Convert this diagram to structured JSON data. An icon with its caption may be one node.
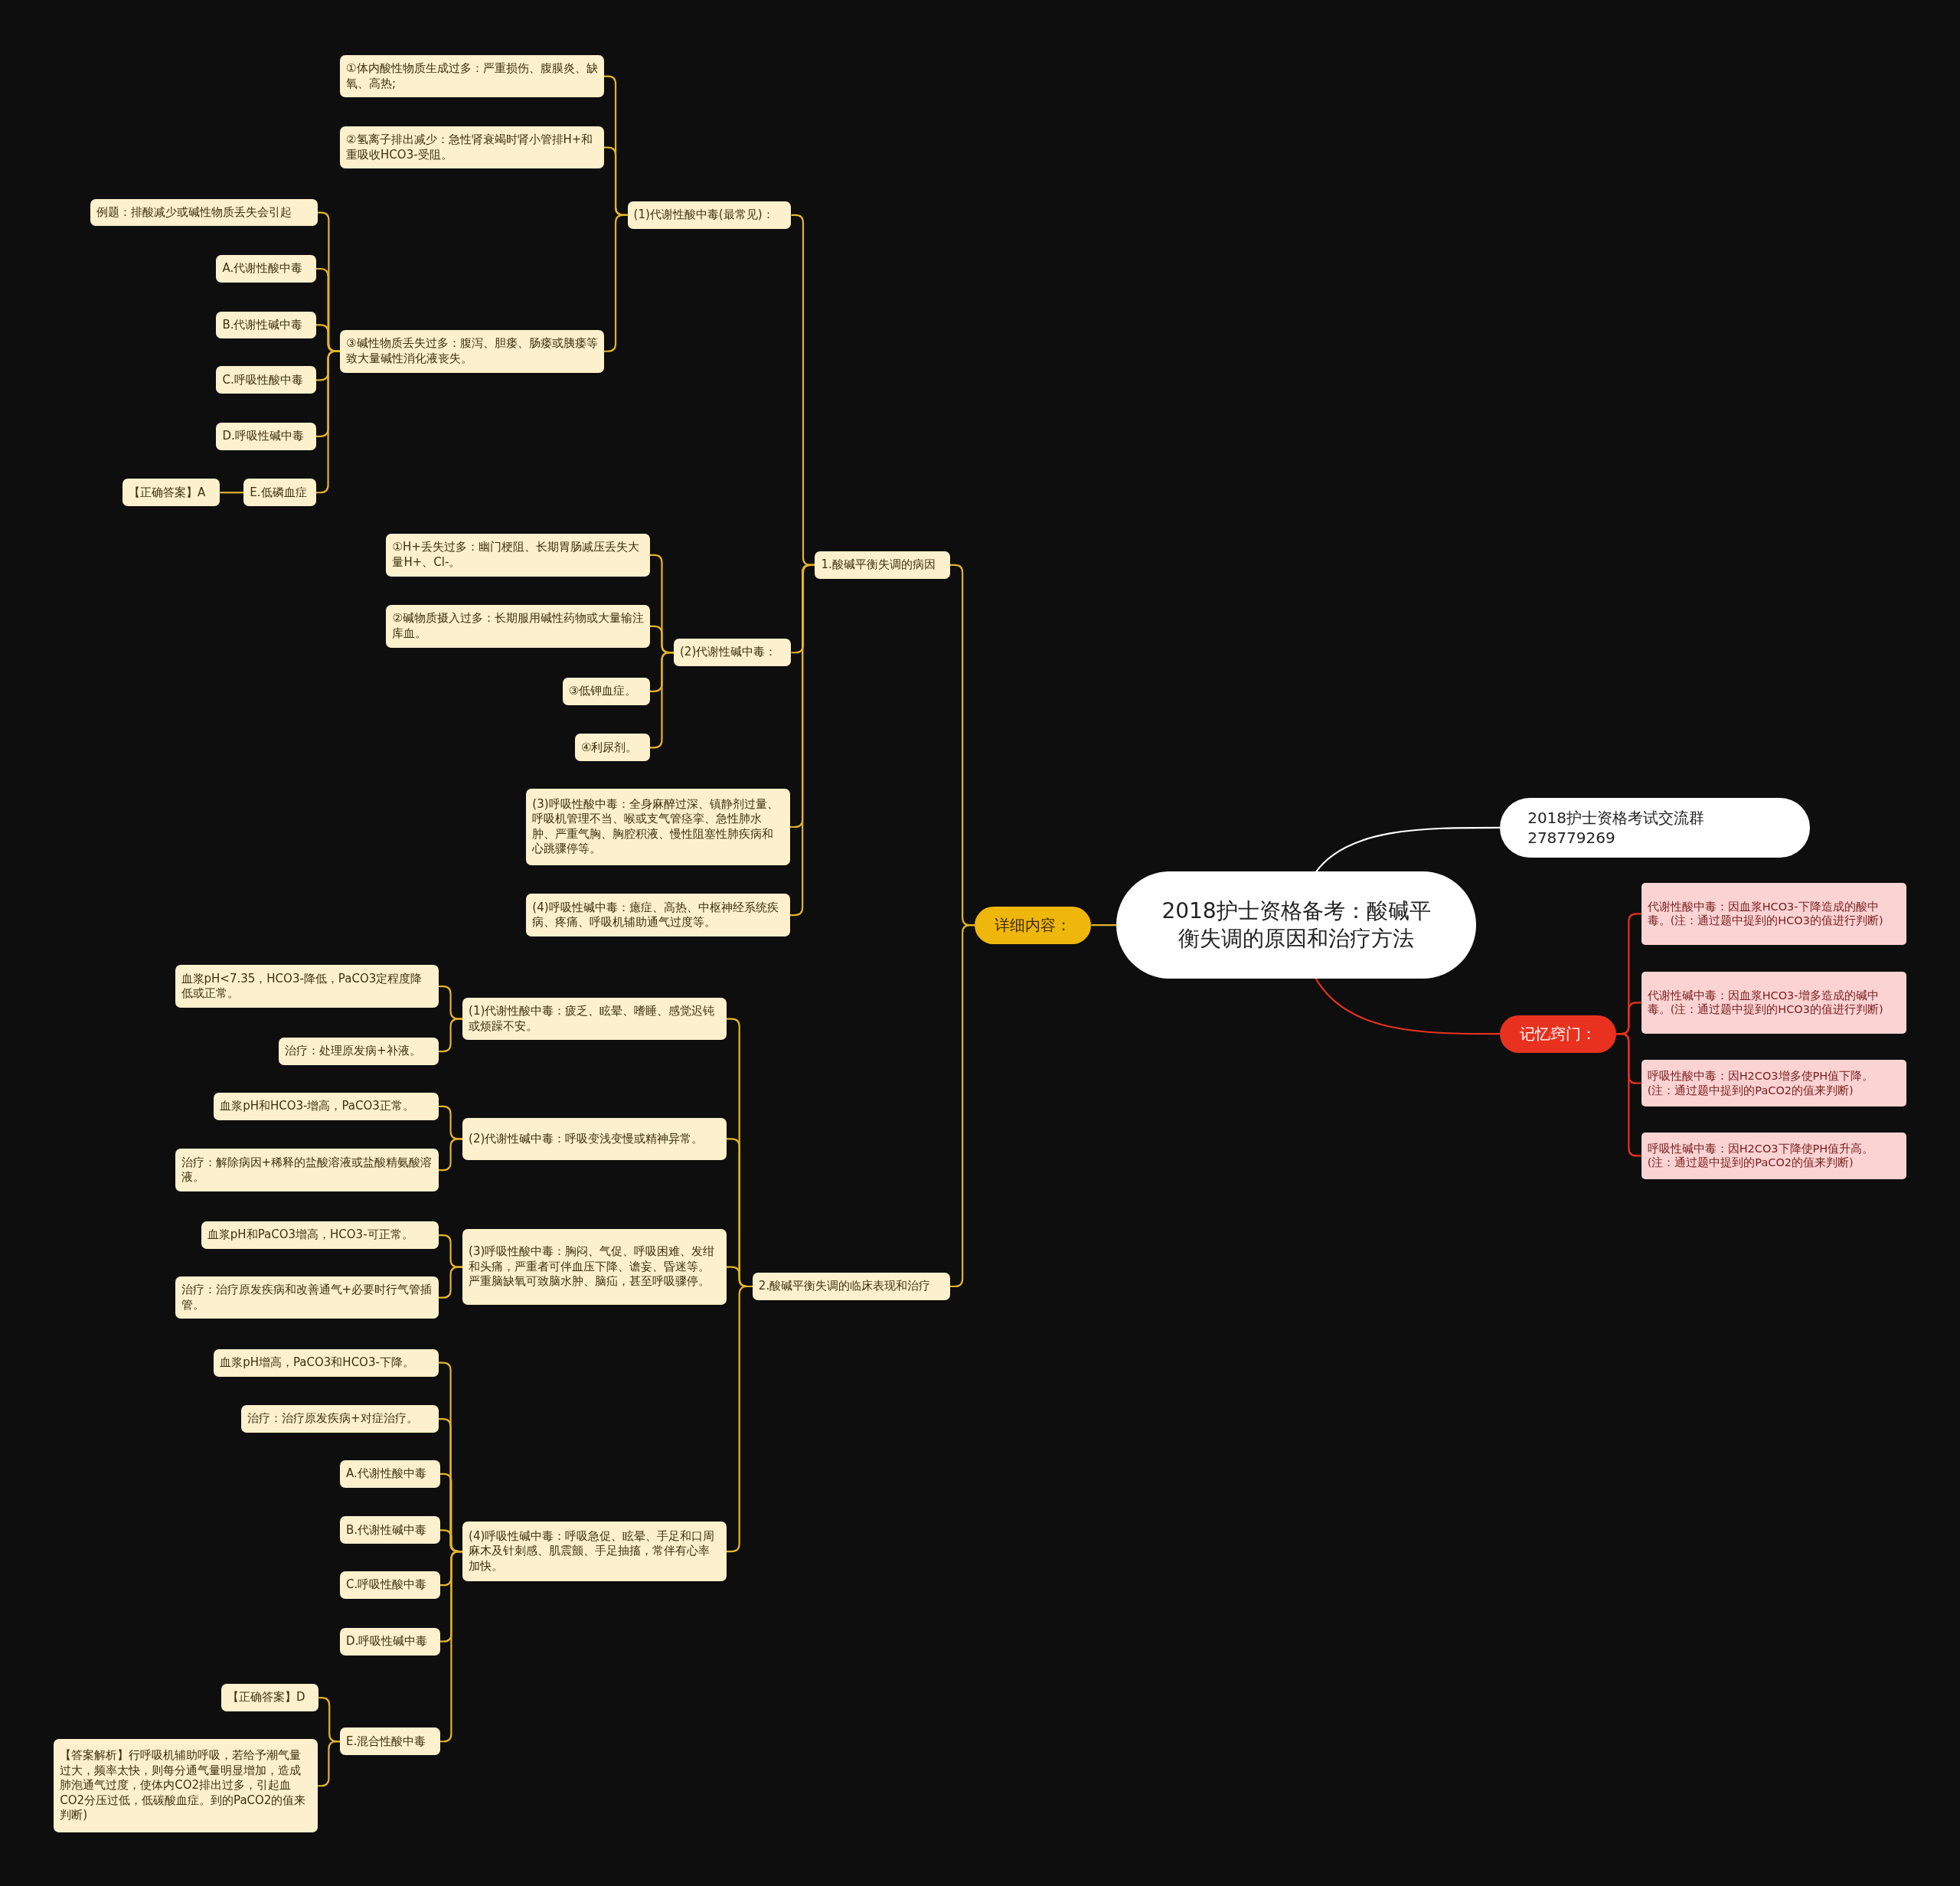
{
  "diagram": {
    "nodes": [
      {
        "text": [
          "2018护士资格备考：酸碱平衡失调的原因和治疗方法"
        ]
      },
      {
        "text": [
          "2018护士资格考试交流群278779269"
        ]
      },
      {
        "text": [
          "详细内容："
        ]
      },
      {
        "text": [
          "记忆窍门："
        ]
      },
      {
        "text": [
          "代谢性酸中毒：因血浆HCO3-下降造成的酸中毒。(注：通过题中提到的HCO3的值进行判断)"
        ]
      },
      {
        "text": [
          "代谢性碱中毒：因血浆HCO3-增多造成的碱中毒。(注：通过题中提到的HCO3的值进行判断)"
        ]
      },
      {
        "text": [
          "呼吸性酸中毒：因H2CO3增多使PH值下降。(注：通过题中提到的PaCO2的值来判断)"
        ]
      },
      {
        "text": [
          "呼吸性碱中毒：因H2CO3下降使PH值升高。(注：通过题中提到的PaCO2的值来判断)"
        ]
      },
      {
        "text": [
          "1.酸碱平衡失调的病因"
        ]
      },
      {
        "text": [
          "(1)代谢性酸中毒(最常见)："
        ]
      },
      {
        "text": [
          "①体内酸性物质生成过多：严重损伤、腹膜炎、缺氧、高热;"
        ]
      },
      {
        "text": [
          "②氢离子排出减少：急性肾衰竭时肾小管排H+和重吸收HCO3-受阻。"
        ]
      },
      {
        "text": [
          "③碱性物质丢失过多：腹泻、胆瘘、肠瘘或胰瘘等致大量碱性消化液丧失。"
        ]
      },
      {
        "text": [
          "例题：排酸减少或碱性物质丢失会引起"
        ]
      },
      {
        "text": [
          "A.代谢性酸中毒"
        ]
      },
      {
        "text": [
          "B.代谢性碱中毒"
        ]
      },
      {
        "text": [
          "C.呼吸性酸中毒"
        ]
      },
      {
        "text": [
          "D.呼吸性碱中毒"
        ]
      },
      {
        "text": [
          "E.低磷血症"
        ]
      },
      {
        "text": [
          "【正确答案】A"
        ]
      },
      {
        "text": [
          "(2)代谢性碱中毒："
        ]
      },
      {
        "text": [
          "①H+丢失过多：幽门梗阻、长期胃肠减压丢失大量H+、Cl-。"
        ]
      },
      {
        "text": [
          "②碱物质摄入过多：长期服用碱性药物或大量输注库血。"
        ]
      },
      {
        "text": [
          "③低钾血症。"
        ]
      },
      {
        "text": [
          "④利尿剂。"
        ]
      },
      {
        "text": [
          "(3)呼吸性酸中毒：全身麻醉过深、镇静剂过量、呼吸机管理不当、喉或支气管痉挛、急性肺水肿、严重气胸、胸腔积液、慢性阻塞性肺疾病和心跳骤停等。"
        ]
      },
      {
        "text": [
          "(4)呼吸性碱中毒：癔症、高热、中枢神经系统疾病、疼痛、呼吸机辅助通气过度等。"
        ]
      },
      {
        "text": [
          "2.酸碱平衡失调的临床表现和治疗"
        ]
      },
      {
        "text": [
          "(1)代谢性酸中毒：疲乏、眩晕、嗜睡、感觉迟钝或烦躁不安。"
        ]
      },
      {
        "text": [
          "血浆pH<7.35，HCO3-降低，PaCO3定程度降低或正常。"
        ]
      },
      {
        "text": [
          "治疗：处理原发病+补液。"
        ]
      },
      {
        "text": [
          "(2)代谢性碱中毒：呼吸变浅变慢或精神异常。"
        ]
      },
      {
        "text": [
          "血浆pH和HCO3-增高，PaCO3正常。"
        ]
      },
      {
        "text": [
          "治疗：解除病因+稀释的盐酸溶液或盐酸精氨酸溶液。"
        ]
      },
      {
        "text": [
          "(3)呼吸性酸中毒：胸闷、气促、呼吸困难、发绀和头痛，严重者可伴血压下降、谵妄、昏迷等。严重脑缺氧可致脑水肿、脑疝，甚至呼吸骤停。"
        ]
      },
      {
        "text": [
          "血浆pH和PaCO3增高，HCO3-可正常。"
        ]
      },
      {
        "text": [
          "治疗：治疗原发疾病和改善通气+必要时行气管插管。"
        ]
      },
      {
        "text": [
          "(4)呼吸性碱中毒：呼吸急促、眩晕、手足和口周麻木及针刺感、肌震颤、手足抽搐，常伴有心率加快。"
        ]
      },
      {
        "text": [
          "血浆pH增高，PaCO3和HCO3-下降。"
        ]
      },
      {
        "text": [
          "治疗：治疗原发疾病+对症治疗。"
        ]
      },
      {
        "text": [
          "A.代谢性酸中毒"
        ]
      },
      {
        "text": [
          "B.代谢性碱中毒"
        ]
      },
      {
        "text": [
          "C.呼吸性酸中毒"
        ]
      },
      {
        "text": [
          "D.呼吸性碱中毒"
        ]
      },
      {
        "text": [
          "E.混合性酸中毒"
        ]
      },
      {
        "text": [
          "【正确答案】D"
        ]
      },
      {
        "text": [
          "【答案解析】行呼吸机辅助呼吸，若给予潮气量过大，频率太快，则每分通气量明显增加，造成肺泡通气过度，使体内CO2排出过多，引起血CO2分压过低，低碳酸血症。到的PaCO2的值来判断)"
        ]
      }
    ],
    "edges": [
      {
        "from": 0,
        "to": 1,
        "arrow": "none",
        "color": "#ffffff"
      },
      {
        "from": 0,
        "to": 2,
        "arrow": "none"
      },
      {
        "from": 0,
        "to": 3,
        "arrow": "none",
        "color": "#e8321f"
      },
      {
        "from": 3,
        "to": 4,
        "arrow": "none",
        "color": "#e8321f"
      },
      {
        "from": 3,
        "to": 5,
        "arrow": "none",
        "color": "#e8321f"
      },
      {
        "from": 3,
        "to": 6,
        "arrow": "none",
        "color": "#e8321f"
      },
      {
        "from": 3,
        "to": 7,
        "arrow": "none",
        "color": "#e8321f"
      },
      {
        "from": 2,
        "to": 8,
        "arrow": "none"
      },
      {
        "from": 2,
        "to": 27,
        "arrow": "none"
      },
      {
        "from": 8,
        "to": 9,
        "arrow": "none"
      },
      {
        "from": 8,
        "to": 20,
        "arrow": "none"
      },
      {
        "from": 8,
        "to": 25,
        "arrow": "none"
      },
      {
        "from": 8,
        "to": 26,
        "arrow": "none"
      },
      {
        "from": 9,
        "to": 10,
        "arrow": "none"
      },
      {
        "from": 9,
        "to": 11,
        "arrow": "none"
      },
      {
        "from": 9,
        "to": 12,
        "arrow": "none"
      },
      {
        "from": 12,
        "to": 13,
        "arrow": "none"
      },
      {
        "from": 12,
        "to": 14,
        "arrow": "none"
      },
      {
        "from": 12,
        "to": 15,
        "arrow": "none"
      },
      {
        "from": 12,
        "to": 16,
        "arrow": "none"
      },
      {
        "from": 12,
        "to": 17,
        "arrow": "none"
      },
      {
        "from": 12,
        "to": 18,
        "arrow": "none"
      },
      {
        "from": 18,
        "to": 19,
        "arrow": "none"
      },
      {
        "from": 20,
        "to": 21,
        "arrow": "none"
      },
      {
        "from": 20,
        "to": 22,
        "arrow": "none"
      },
      {
        "from": 20,
        "to": 23,
        "arrow": "none"
      },
      {
        "from": 20,
        "to": 24,
        "arrow": "none"
      },
      {
        "from": 27,
        "to": 28,
        "arrow": "none"
      },
      {
        "from": 27,
        "to": 31,
        "arrow": "none"
      },
      {
        "from": 27,
        "to": 34,
        "arrow": "none"
      },
      {
        "from": 27,
        "to": 37,
        "arrow": "none"
      },
      {
        "from": 28,
        "to": 29,
        "arrow": "none"
      },
      {
        "from": 28,
        "to": 30,
        "arrow": "none"
      },
      {
        "from": 31,
        "to": 32,
        "arrow": "none"
      },
      {
        "from": 31,
        "to": 33,
        "arrow": "none"
      },
      {
        "from": 34,
        "to": 35,
        "arrow": "none"
      },
      {
        "from": 34,
        "to": 36,
        "arrow": "none"
      },
      {
        "from": 37,
        "to": 38,
        "arrow": "none"
      },
      {
        "from": 37,
        "to": 39,
        "arrow": "none"
      },
      {
        "from": 37,
        "to": 40,
        "arrow": "none"
      },
      {
        "from": 37,
        "to": 41,
        "arrow": "none"
      },
      {
        "from": 37,
        "to": 42,
        "arrow": "none"
      },
      {
        "from": 37,
        "to": 43,
        "arrow": "none"
      },
      {
        "from": 37,
        "to": 44,
        "arrow": "none"
      },
      {
        "from": 44,
        "to": 45,
        "arrow": "none"
      },
      {
        "from": 44,
        "to": 46,
        "arrow": "none"
      }
    ]
  }
}
